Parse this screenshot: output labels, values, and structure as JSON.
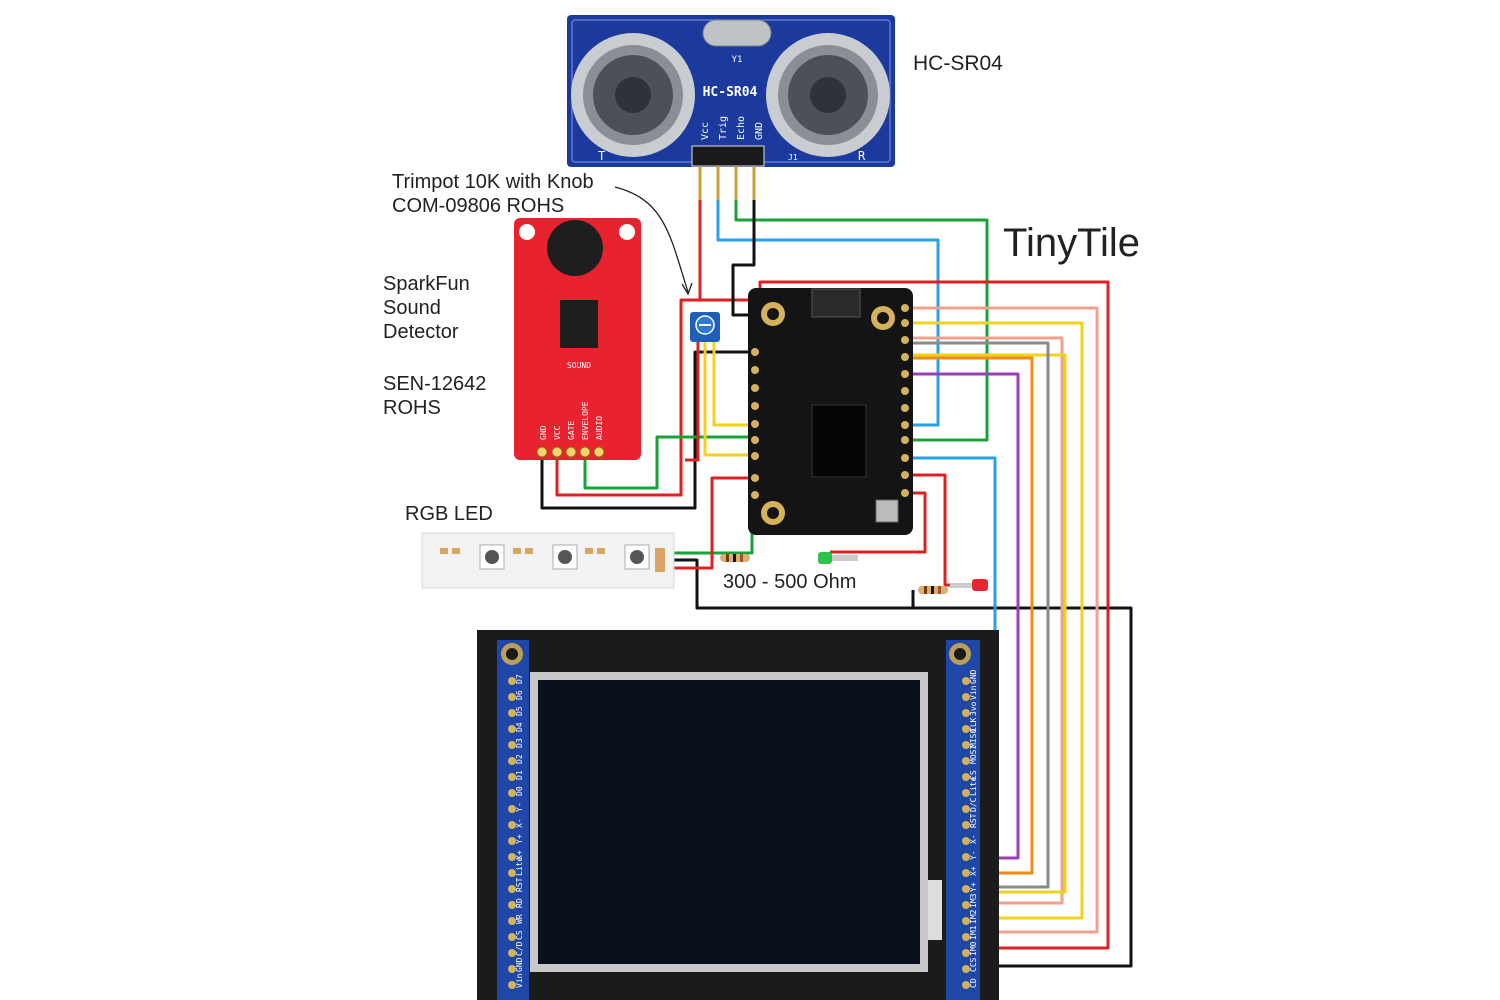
{
  "labels": {
    "hcsr04_title": "HC-SR04",
    "tinytile_title": "TinyTile",
    "trimpot_line1": "Trimpot 10K with Knob",
    "trimpot_line2": "COM-09806 ROHS",
    "sound_line1": "SparkFun",
    "sound_line2": "Sound",
    "sound_line3": "Detector",
    "sound_part1": "SEN-12642",
    "sound_part2": "ROHS",
    "rgb_led": "RGB LED",
    "resistor_range": "300 - 500 Ohm"
  },
  "hcsr04": {
    "board_text": "HC-SR04",
    "crystal_text": "Y1",
    "transmitter_mark": "T",
    "receiver_mark": "R",
    "header_text": "J1",
    "pins": [
      "Vcc",
      "Trig",
      "Echo",
      "GND"
    ]
  },
  "sound_detector": {
    "board_text": "SOUND",
    "pins": [
      "GND",
      "VCC",
      "GATE",
      "ENVELOPE",
      "AUDIO"
    ]
  },
  "tft": {
    "left_pins": [
      "Vin",
      "GND",
      "C/D",
      "CS",
      "WR",
      "RD",
      "RST",
      "Lite",
      "X+",
      "Y+",
      "X-",
      "Y-",
      "D0",
      "D1",
      "D2",
      "D3",
      "D4",
      "D5",
      "D6",
      "D7"
    ],
    "right_pins": [
      "CD",
      "CCS",
      "IM0",
      "IM1",
      "IM2",
      "IM3",
      "Y+",
      "X+",
      "Y-",
      "X-",
      "RST",
      "D/C",
      "Lite",
      "CS",
      "MOSI",
      "MISO",
      "CLK",
      "3vo",
      "Vin",
      "GND"
    ]
  },
  "colors": {
    "red": "#e02020",
    "black": "#111111",
    "green": "#19a13a",
    "blue": "#2aa0e6",
    "yellow": "#f2d21a",
    "orange": "#f08a18",
    "purple": "#9a3fb8",
    "salmon": "#f2a08c",
    "gray": "#8a8a8a"
  }
}
